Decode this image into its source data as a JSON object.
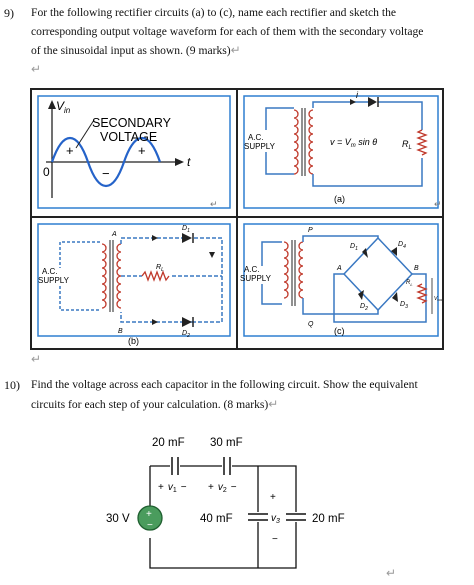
{
  "q9": {
    "number": "9)",
    "line1": "For the following rectifier circuits (a) to (c), name each rectifier and sketch the",
    "line2": "corresponding output voltage waveform for each of them with the secondary voltage",
    "line3": "of the sinusoidal input as shown.   (9 marks)",
    "panel_input": {
      "axis_v": "V",
      "axis_v_sub": "in",
      "title1": "SECONDARY",
      "title2": "VOLTAGE",
      "plus1": "+",
      "plus2": "+",
      "minus": "−",
      "zero": "0",
      "t": "t"
    },
    "panel_a": {
      "supply1": "A.C.",
      "supply2": "SUPPLY",
      "current": "i",
      "eq": "v = V",
      "eq_sub": "m",
      "eq_tail": " sin θ",
      "rl": "R",
      "rl_sub": "L",
      "caption": "(a)"
    },
    "panel_b": {
      "supply1": "A.C.",
      "supply2": "SUPPLY",
      "a": "A",
      "b": "B",
      "d1": "D",
      "d1_sub": "1",
      "d2": "D",
      "d2_sub": "2",
      "rl": "R",
      "rl_sub": "L",
      "caption": "(b)"
    },
    "panel_c": {
      "supply1": "A.C.",
      "supply2": "SUPPLY",
      "p": "P",
      "q": "Q",
      "a": "A",
      "b": "B",
      "d1": "D",
      "d1_sub": "1",
      "d2": "D",
      "d2_sub": "2",
      "d3": "D",
      "d3_sub": "3",
      "d4": "D",
      "d4_sub": "4",
      "rl": "R",
      "rl_sub": "L",
      "vout": "V",
      "vout_sub": "out",
      "caption": "(c)"
    }
  },
  "q10": {
    "number": "10)",
    "line1": "Find the voltage across each capacitor in the following circuit.   Show the equivalent",
    "line2": "circuits for each step of your calculation.   (8 marks)",
    "circuit": {
      "c1": "20 mF",
      "c2": "30 mF",
      "c3": "40 mF",
      "c4": "20 mF",
      "source": "30 V",
      "v1_plus": "+",
      "v1": "v",
      "v1_sub": "1",
      "v1_minus": "−",
      "v2_plus": "+",
      "v2": "v",
      "v2_sub": "2",
      "v2_minus": "−",
      "v3_plus": "+",
      "v3": "v",
      "v3_sub": "3",
      "v3_minus": "−",
      "src_plus": "+",
      "src_minus": "−"
    }
  },
  "colors": {
    "wire_blue": "#3a78c2",
    "sine_blue": "#2563c9",
    "panel_border": "#2f7fd0",
    "resistor": "#c0392b"
  }
}
